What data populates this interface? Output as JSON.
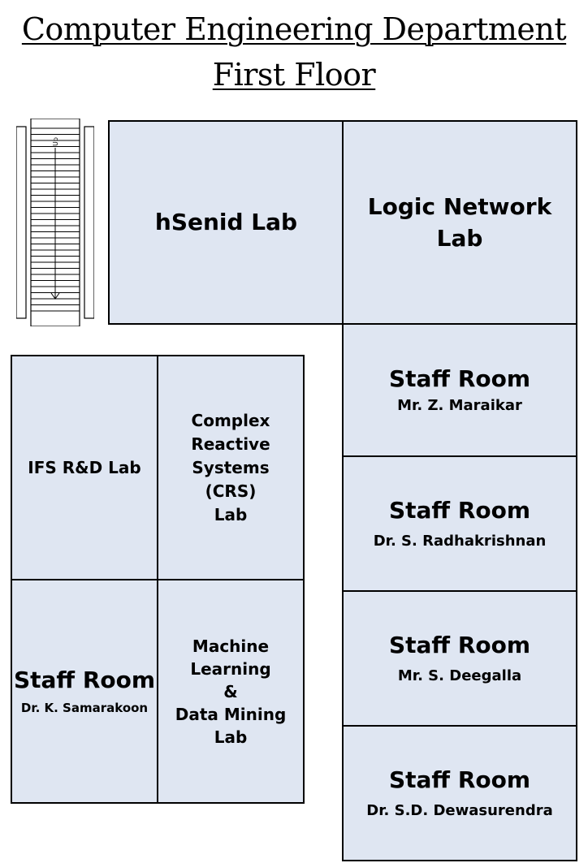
{
  "header": {
    "title": "Computer Engineering Department",
    "floor": "First Floor"
  },
  "stairs": {
    "direction_label": "Up"
  },
  "rooms": {
    "hsenid": {
      "name": "hSenid Lab"
    },
    "logic_network": {
      "name": "Logic Network\nLab"
    },
    "ifs": {
      "name": "IFS R&D Lab"
    },
    "crs": {
      "name": "Complex\nReactive\nSystems\n(CRS)\nLab"
    },
    "staff_samarakoon": {
      "name": "Staff Room",
      "person": "Dr. K. Samarakoon"
    },
    "ml_dm": {
      "name": "Machine\nLearning\n&\nData Mining\nLab"
    },
    "staff_maraikar": {
      "name": "Staff Room",
      "person": "Mr. Z. Maraikar"
    },
    "staff_radhakrishnan": {
      "name": "Staff Room",
      "person": "Dr. S. Radhakrishnan"
    },
    "staff_deegalla": {
      "name": "Staff Room",
      "person": "Mr. S. Deegalla"
    },
    "staff_dewasurendra": {
      "name": "Staff Room",
      "person": "Dr. S.D. Dewasurendra"
    }
  },
  "colors": {
    "room_fill": "#dfe6f2",
    "wall": "#000000"
  }
}
